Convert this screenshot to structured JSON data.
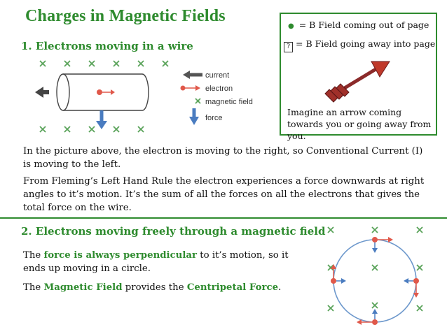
{
  "title": "Charges in Magnetic Fields",
  "section1": {
    "heading": "1. Electrons moving in a wire"
  },
  "diagram_legend": {
    "current": "current",
    "electron": "electron",
    "magnetic_field": "magnetic field",
    "force": "force"
  },
  "legend_box": {
    "dot_text": "= B Field coming out of page",
    "cross_text": "= B Field going away into page",
    "imagine_text": "Imagine an arrow coming towards you or going away from you."
  },
  "paragraphs": {
    "p1": "In the picture above, the electron is moving to the right, so Conventional Current (I) is moving to the left.",
    "p2": "From Fleming’s Left Hand Rule the electron experiences a force downwards at right angles to it’s motion. It’s the sum of all the forces on all the electrons that gives the total force on the wire."
  },
  "section2": {
    "heading": "2. Electrons moving freely through a magnetic field",
    "p3_pre": "The ",
    "p3_hl": "force is always perpendicular",
    "p3_post": " to it’s motion, so it ends up moving in a circle.",
    "p4_pre": "The ",
    "p4_hl1": "Magnetic Field",
    "p4_mid": " provides the ",
    "p4_hl2": "Centripetal Force",
    "p4_post": "."
  },
  "colors": {
    "heading_green": "#2e8b2e",
    "cross_green": "#5aa35a",
    "electron_red": "#e0584a",
    "force_blue": "#4a7cc0",
    "circle_blue": "#6d98cc"
  },
  "icons": [
    "cross-icon",
    "dot-icon",
    "arrow-3d-icon",
    "electron-icon",
    "force-arrow-icon",
    "current-arrow-icon"
  ]
}
